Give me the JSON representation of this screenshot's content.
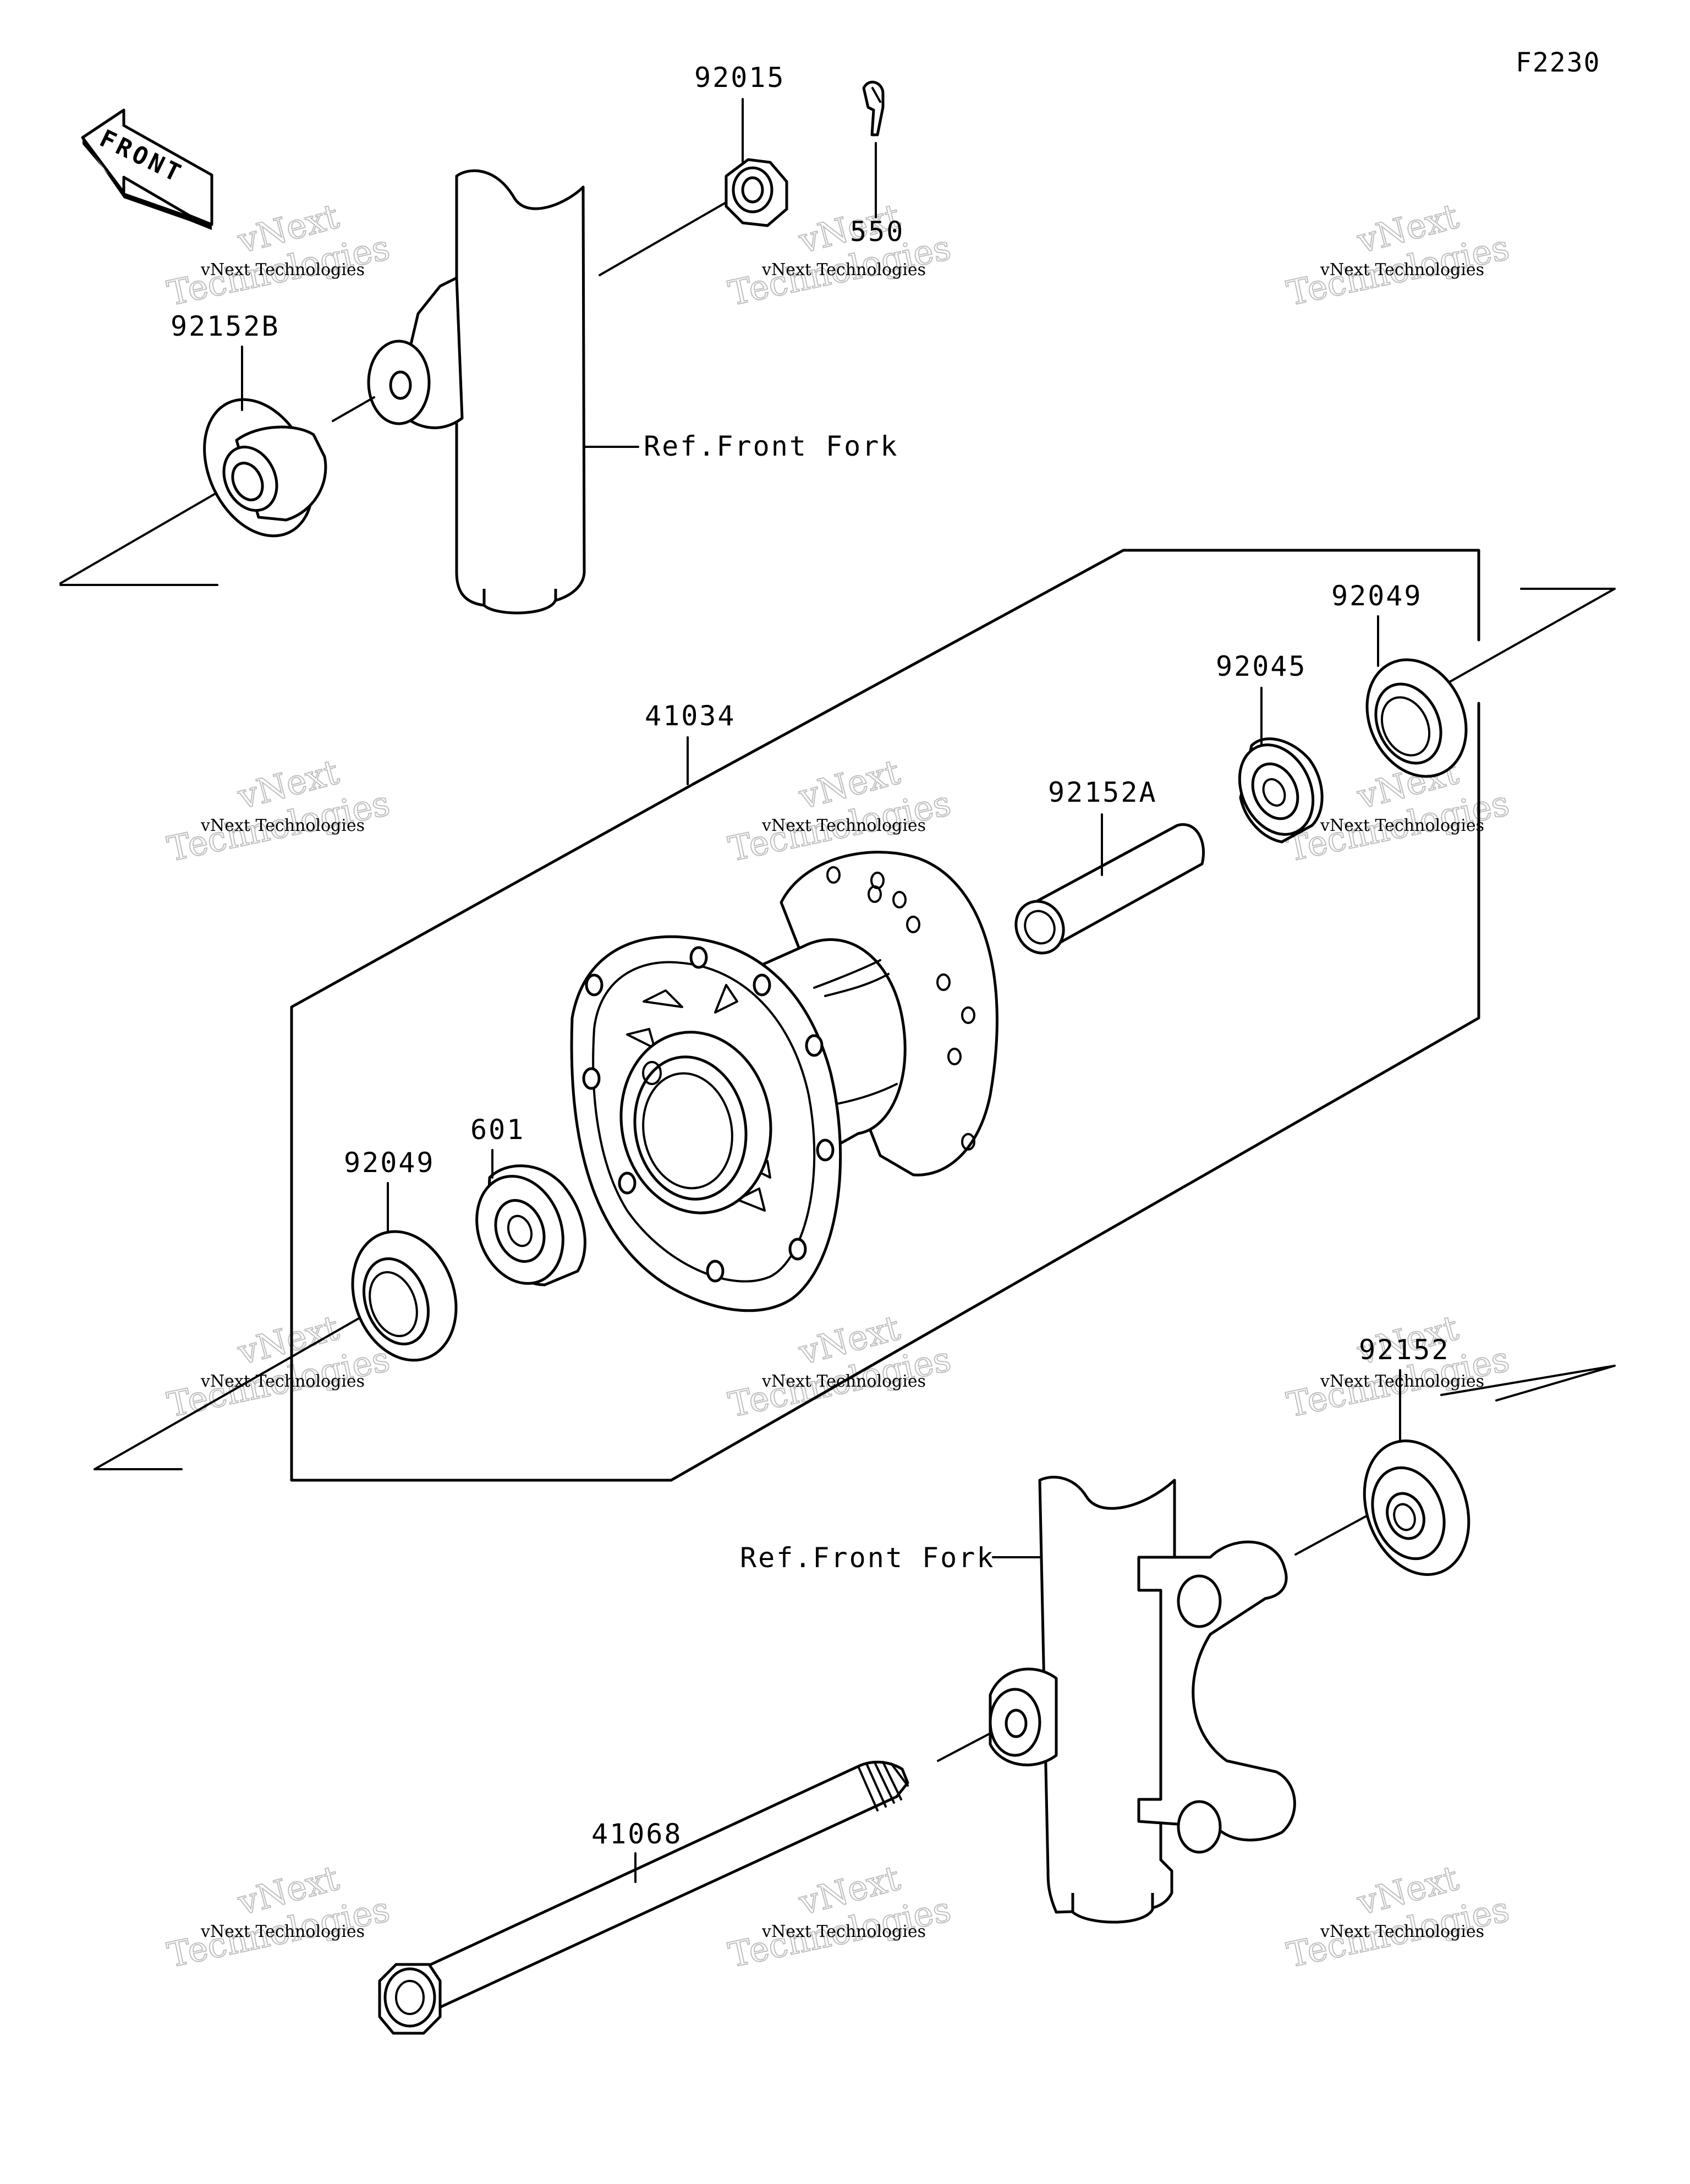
{
  "figure_code": "F2230",
  "front_label": "FRONT",
  "callouts": {
    "p92015": "92015",
    "p550": "550",
    "p92152B": "92152B",
    "ref_fork_top": "Ref.Front Fork",
    "p41034": "41034",
    "p92152A": "92152A",
    "p92045": "92045",
    "p92049_right": "92049",
    "p601": "601",
    "p92049_left": "92049",
    "p92152": "92152",
    "ref_fork_bottom": "Ref.Front Fork",
    "p41068": "41068"
  },
  "watermark": {
    "line1": "vNext Technologies",
    "line2": "vNext",
    "line3": "Technologies"
  }
}
